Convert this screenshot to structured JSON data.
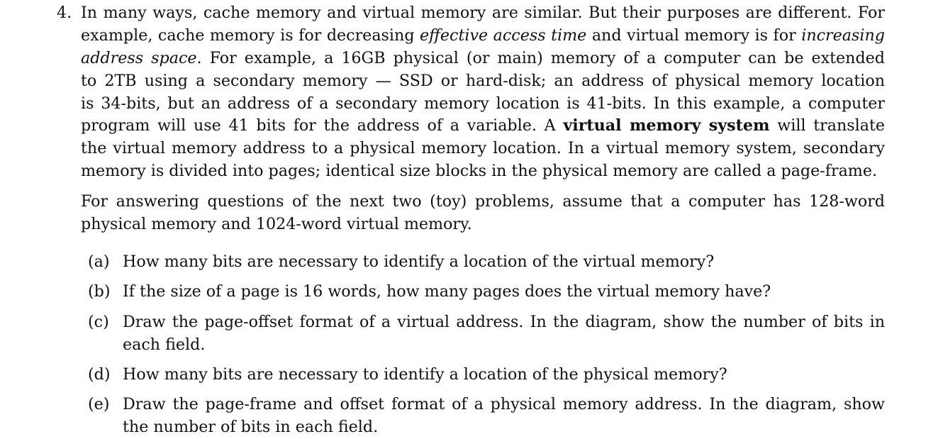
{
  "problem": {
    "number": "4.",
    "paragraph1": [
      [
        "In many ways, cache memory and virtual memory are similar. But their purposes are different. For"
      ],
      [
        "example, cache memory is for decreasing ",
        "effective access time",
        " and virtual memory is for ",
        "increasing"
      ],
      [
        "address space",
        ". For example, a 16GB physical (or main) memory of a computer can be extended"
      ],
      [
        "to 2TB using a secondary memory — SSD or hard-disk; an address of physical memory location"
      ],
      [
        "is 34-bits, but an address of a secondary memory location is 41-bits. In this example, a computer"
      ],
      [
        "program will use 41 bits for the address of a variable. A ",
        "virtual memory system",
        " will translate"
      ],
      [
        "the virtual memory address to a physical memory location. In a virtual memory system, secondary"
      ],
      [
        "memory is divided into pages; identical size blocks in the physical memory are called a page-frame."
      ]
    ],
    "paragraph2": [
      "For answering questions of the next two (toy) problems, assume that a computer has 128-word",
      "physical memory and 1024-word virtual memory."
    ],
    "questions": [
      {
        "label": "(a)",
        "lines": [
          "How many bits are necessary to identify a location of the virtual memory?"
        ]
      },
      {
        "label": "(b)",
        "lines": [
          "If the size of a page is 16 words, how many pages does the virtual memory have?"
        ]
      },
      {
        "label": "(c)",
        "lines": [
          "Draw the page-offset format of a virtual address. In the diagram, show the number of bits in",
          "each field."
        ]
      },
      {
        "label": "(d)",
        "lines": [
          "How many bits are necessary to identify a location of the physical memory?"
        ]
      },
      {
        "label": "(e)",
        "lines": [
          "Draw the page-frame and offset format of a physical memory address. In the diagram, show",
          "the number of bits in each field."
        ]
      }
    ]
  }
}
